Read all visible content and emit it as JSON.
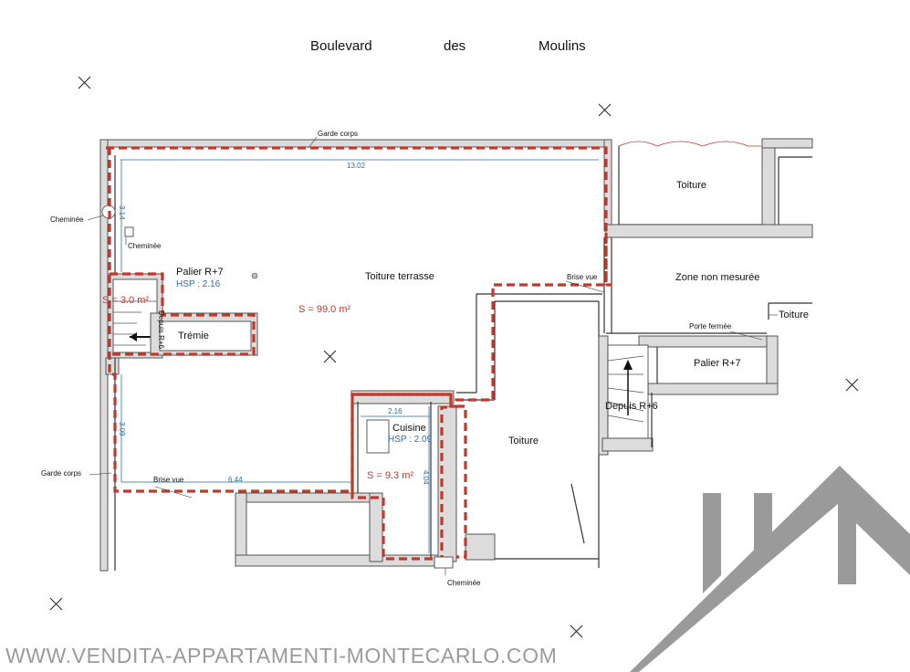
{
  "street": {
    "w1": "Boulevard",
    "w2": "des",
    "w3": "Moulins"
  },
  "labels": {
    "garde_corps_top": "Garde corps",
    "garde_corps_left": "Garde corps",
    "cheminee_left": "Cheminée",
    "cheminee_inner": "Cheminée",
    "cheminee_bottom": "Cheminée",
    "toiture_terrasse": "Toiture terrasse",
    "palier_r7_left": "Palier R+7",
    "depuis_r6_left": "Depuis R+6",
    "tremie": "Trémie",
    "brise_vue_right": "Brise vue",
    "brise_vue_bottom": "Brise vue",
    "cuisine": "Cuisine",
    "toiture_top_right": "Toiture",
    "zone_non_mesuree": "Zone non mesurée",
    "porte_fermee": "Porte fermée",
    "toiture_far_right": "Toiture",
    "palier_r7_right": "Palier R+7",
    "depuis_r6_right": "Depuis R+6",
    "toiture_center": "Toiture"
  },
  "dimensions": {
    "top_width": "13.02",
    "left_upper": "3.14",
    "left_lower": "3.09",
    "bottom_left": "6.44",
    "cuisine_width": "2.16",
    "cuisine_height": "4.04"
  },
  "hsp": {
    "palier": "HSP : 2.16",
    "cuisine": "HSP : 2.09"
  },
  "areas": {
    "palier": "S = 3.0 m²",
    "terrasse": "S = 99.0 m²",
    "cuisine": "S = 9.3 m²"
  },
  "watermark": "WWW.VENDITA-APPARTAMENTI-MONTECARLO.COM",
  "colors": {
    "area_outline": "#c0392b",
    "dimension": "#2a6fa3",
    "wall_fill": "#dcdcdc",
    "logo": "#9a9a9a"
  }
}
